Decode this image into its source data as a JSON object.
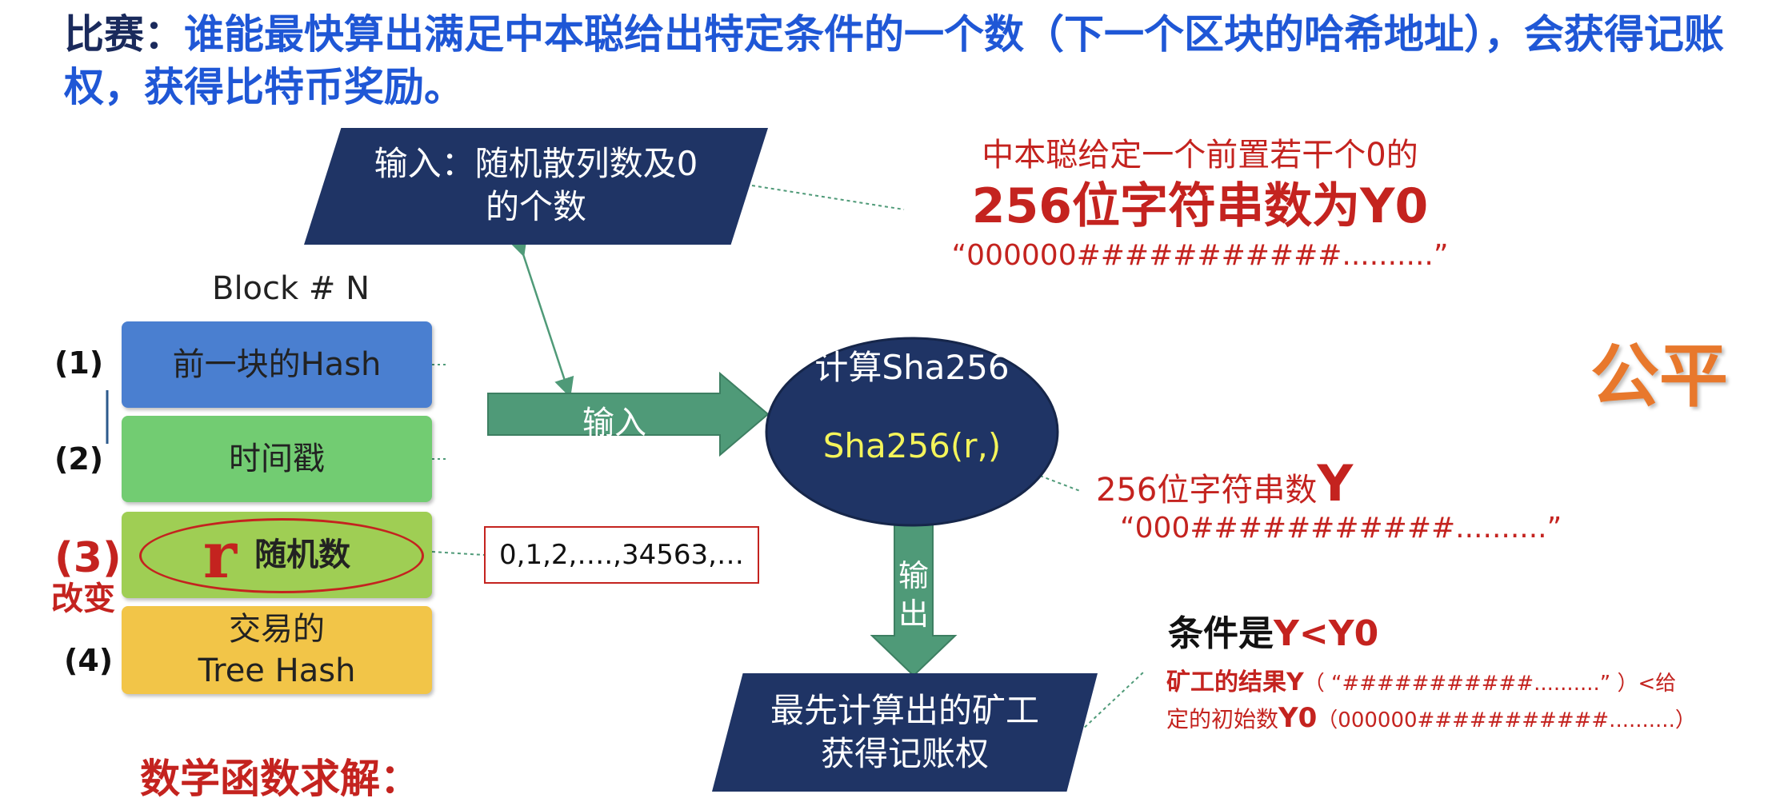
{
  "title": {
    "lead": "比赛：",
    "body": "谁能最快算出满足中本聪给出特定条件的一个数（下一个区块的哈希地址），会获得记账权，获得比特币奖励。"
  },
  "input_box": {
    "line1": "输入：随机散列数及0",
    "line2": "的个数"
  },
  "target_note": {
    "line1": "中本聪给定一个前置若干个0的",
    "line2": "256位字符串数为Y0",
    "line3": "“000000###########..........”"
  },
  "block": {
    "label": "Block # N",
    "rows": [
      {
        "num": "(1)",
        "text": "前一块的Hash",
        "color": "#4a7fd0"
      },
      {
        "num": "(2)",
        "text": "时间戳",
        "color": "#72cc72"
      },
      {
        "num": "(3)",
        "r": "r",
        "text": "随机数",
        "color": "#9fce54"
      },
      {
        "num": "(4)",
        "text": "交易的Tree Hash",
        "color": "#f2c548"
      }
    ],
    "change_label": "改变"
  },
  "nonce_values": "0,1,2,….,34563,…",
  "input_arrow_label": "输入",
  "hash_circle": {
    "title": "计算Sha256",
    "formula": "Sha256(r,)"
  },
  "fair_label": "公平",
  "result_note": {
    "line1_prefix": "256位字符串数",
    "line1_suffix": "Y",
    "line2": "“000###########..........”"
  },
  "output_arrow_label": [
    "输",
    "出"
  ],
  "winner_box": {
    "line1": "最先计算出的矿工",
    "line2": "获得记账权"
  },
  "condition": {
    "heading_prefix": "条件是",
    "heading_suffix": "Y<Y0",
    "line2_a": "矿工的结果Y",
    "line2_b": "（ “###########..........” ）<给",
    "line3_a": "定的初始数",
    "line3_b": "Y0",
    "line3_c": "（000000###########..........）"
  },
  "footer": "数学函数求解：",
  "colors": {
    "title_blue": "#1f57d6",
    "navy": "#1f3465",
    "red": "#c4231f",
    "arrow_green": "#4f9a78",
    "fair_orange": "#e8782c",
    "formula_yellow": "#f4f45a"
  }
}
